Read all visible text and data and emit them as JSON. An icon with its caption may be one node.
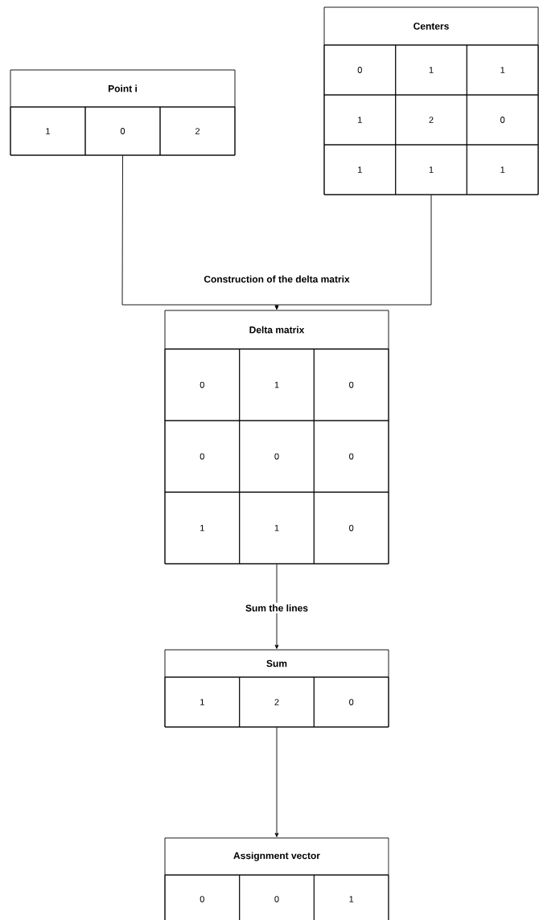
{
  "diagram": {
    "nodes": [
      {
        "text": [
          "Point i",
          "1",
          "0",
          "2"
        ]
      },
      {
        "text": [
          "Centers",
          "0",
          "1",
          "1",
          "1",
          "2",
          "0",
          "1",
          "1",
          "1"
        ]
      },
      {
        "text": [
          "Delta matrix",
          "0",
          "1",
          "0",
          "0",
          "0",
          "0",
          "1",
          "1",
          "0"
        ]
      },
      {
        "text": [
          "Sum",
          "1",
          "2",
          "0"
        ]
      },
      {
        "text": [
          "Assignment vector",
          "0",
          "0",
          "1"
        ]
      }
    ],
    "edges": [
      {
        "from": 0,
        "to": 2,
        "arrow": "to",
        "label": "Construction of the delta matrix"
      },
      {
        "from": 1,
        "to": 2,
        "arrow": "to"
      },
      {
        "from": 2,
        "to": 3,
        "arrow": "to",
        "label": "Sum the lines"
      },
      {
        "from": 3,
        "to": 4,
        "arrow": "to"
      }
    ]
  }
}
